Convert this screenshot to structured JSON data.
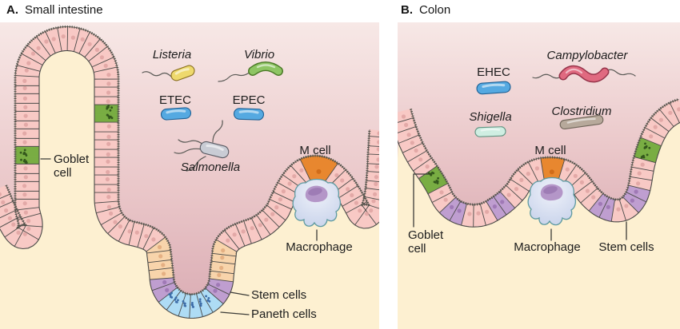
{
  "titles": {
    "a_letter": "A.",
    "a_text": "Small intestine",
    "b_letter": "B.",
    "b_text": "Colon"
  },
  "panel_a": {
    "bacteria": [
      {
        "name": "Listeria",
        "italic": true
      },
      {
        "name": "Vibrio",
        "italic": true
      },
      {
        "name": "ETEC",
        "italic": false
      },
      {
        "name": "EPEC",
        "italic": false
      },
      {
        "name": "Salmonella",
        "italic": true
      }
    ],
    "labels": {
      "m_cell": "M cell",
      "macrophage": "Macrophage",
      "goblet_1": "Goblet",
      "goblet_2": "cell",
      "stem_cells": "Stem cells",
      "paneth_cells": "Paneth cells"
    }
  },
  "panel_b": {
    "bacteria": [
      {
        "name": "EHEC",
        "italic": false
      },
      {
        "name": "Campylobacter",
        "italic": true
      },
      {
        "name": "Shigella",
        "italic": true
      },
      {
        "name": "Clostridium",
        "italic": true
      }
    ],
    "labels": {
      "m_cell": "M cell",
      "macrophage": "Macrophage",
      "goblet_1": "Goblet",
      "goblet_2": "cell",
      "stem_cells": "Stem cells"
    }
  },
  "colors": {
    "lumen_top": "#f7e8e6",
    "lumen_mid": "#eac7c9",
    "lumen_deep": "#d9aab2",
    "tissue_cream": "#fdf0d1",
    "epithelial_pink": "#f8c9c5",
    "epithelial_nucleus": "#dfa3a1",
    "transit_peach": "#f8d4ab",
    "transit_nucleus": "#e2a97b",
    "stem_purple": "#bf9ed0",
    "stem_nucleus": "#9a72b2",
    "paneth_blue": "#aedcf5",
    "paneth_granule": "#3c6ca8",
    "goblet_green": "#79ad43",
    "goblet_granule": "#33571c",
    "m_cell_orange": "#e8872f",
    "m_cell_nucleus": "#d06c1a",
    "cell_outline": "#4a4a48",
    "brush_border": "#55554b",
    "macrophage_body": "#eef1f9",
    "macrophage_shade": "#c6d1ea",
    "macrophage_outline": "#5e9aa0",
    "macrophage_nucleus": "#b496c8",
    "macrophage_nucleolus": "#8f6aa8",
    "listeria": "#eed96d",
    "listeria_outline": "#8a7020",
    "vibrio": "#8ec563",
    "vibrio_outline": "#4c7a28",
    "ecoli_blue": "#55a9e1",
    "ecoli_outline": "#1f6094",
    "salmonella": "#c9ccd4",
    "salmonella_outline": "#5a5b63",
    "campylobacter": "#e06a80",
    "campylobacter_outline": "#96344a",
    "shigella": "#cfeee2",
    "shigella_outline": "#5f9482",
    "clostridium": "#b7a99b",
    "clostridium_outline": "#6e6458",
    "flagella": "#5a5a56",
    "pointer_line": "#3c3c38"
  }
}
